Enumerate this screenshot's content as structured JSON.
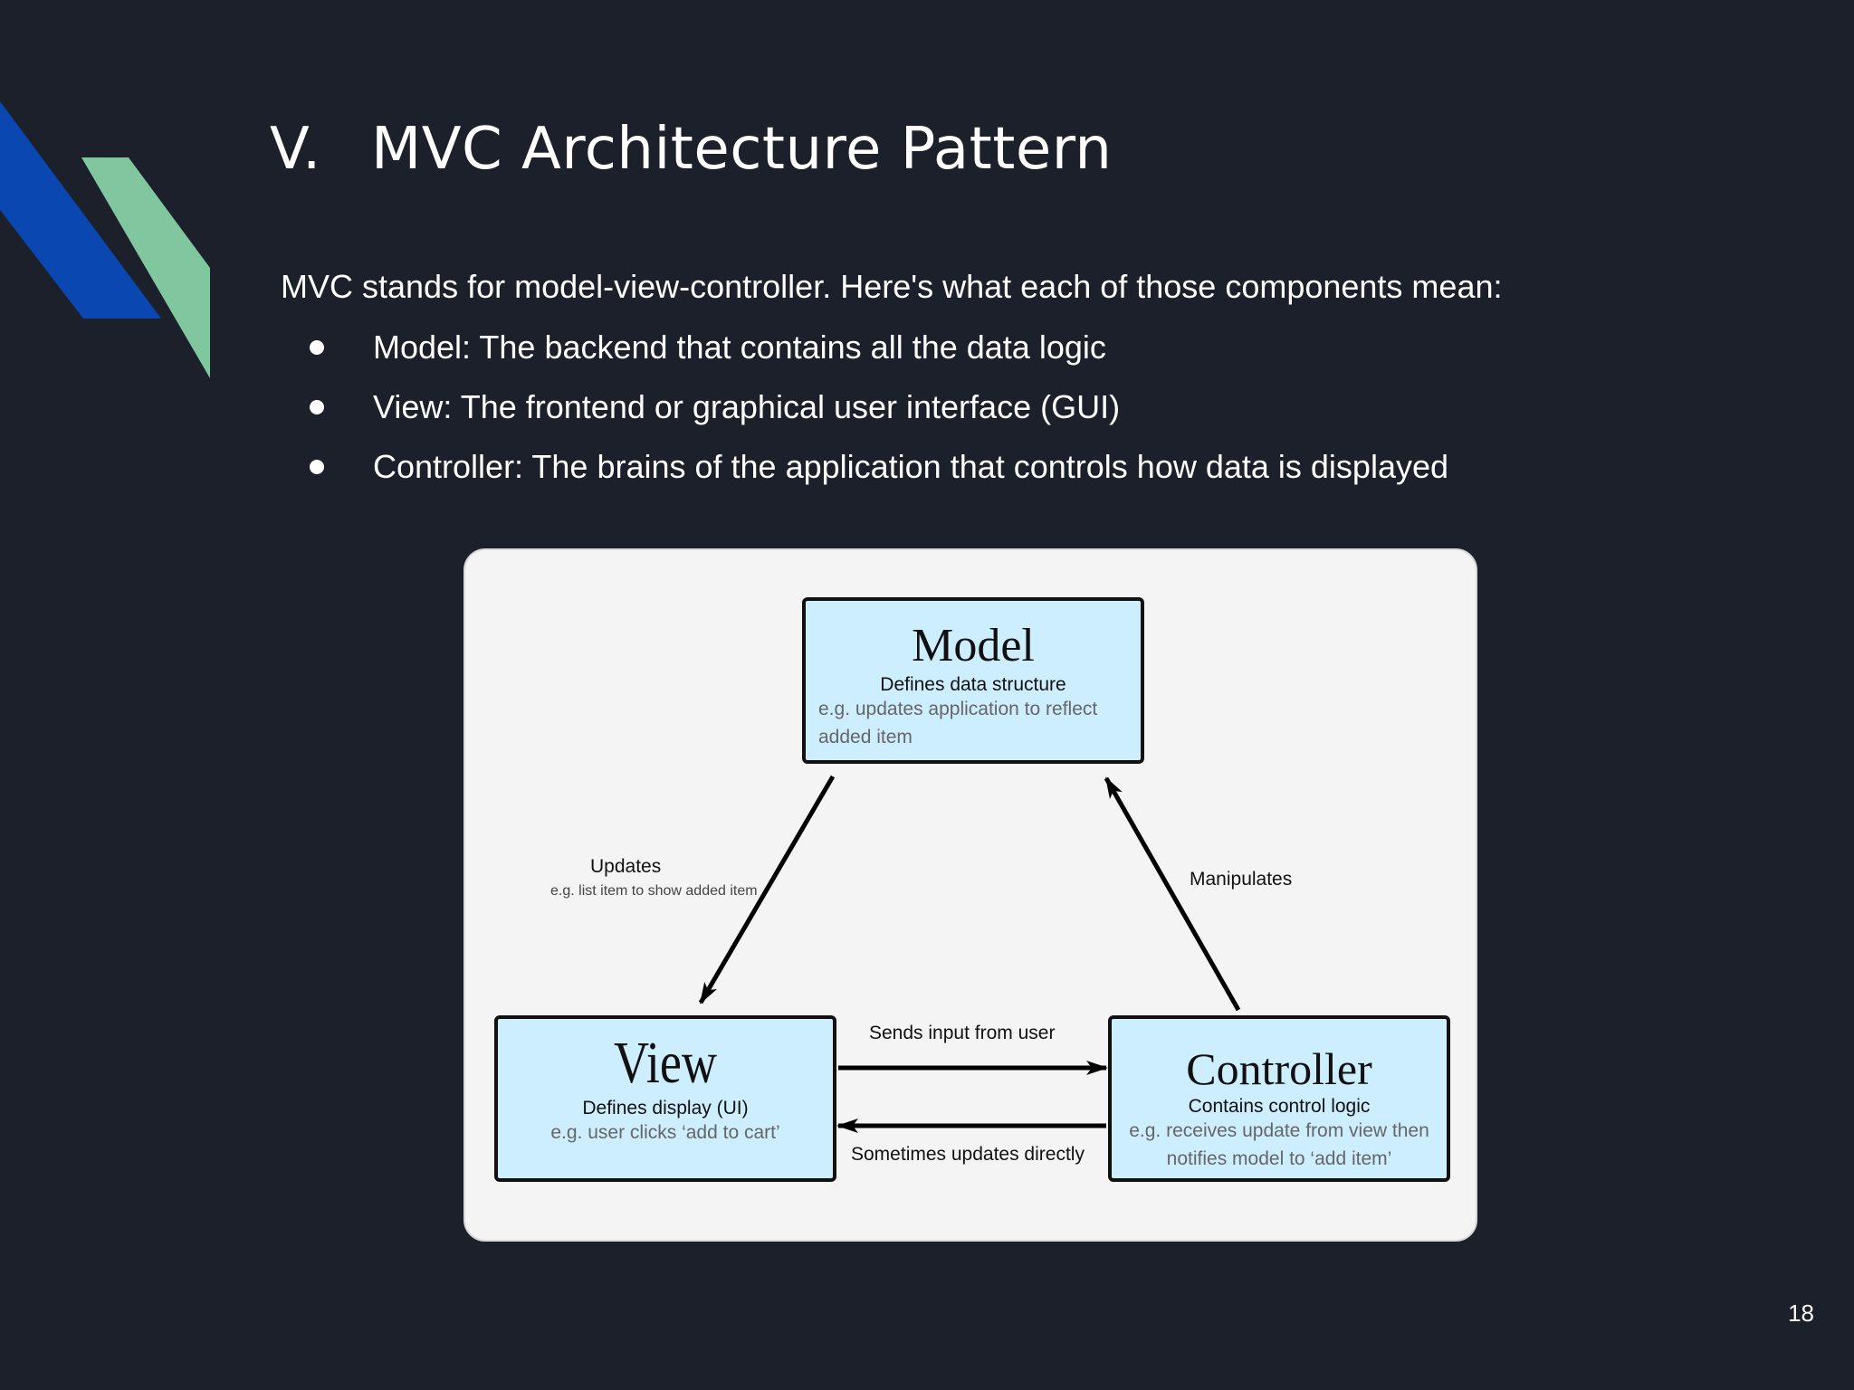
{
  "slide": {
    "title_number": "V.",
    "title_text": "MVC Architecture Pattern",
    "intro": "MVC stands for model-view-controller. Here's what each of those components mean:",
    "bullets": [
      "Model: The backend that contains all the data logic",
      "View: The frontend or graphical user interface (GUI)",
      "Controller: The brains of the application that controls how data is displayed"
    ],
    "page_number": "18"
  },
  "diagram": {
    "model": {
      "name": "Model",
      "description": "Defines data structure",
      "example": "e.g. updates application to reflect added item"
    },
    "view": {
      "name": "View",
      "description": "Defines display (UI)",
      "example": "e.g. user clicks ‘add to cart’"
    },
    "controller": {
      "name": "Controller",
      "description": "Contains control logic",
      "example": "e.g. receives update from view then notifies model to ‘add item’"
    },
    "edges": {
      "model_to_view": "Updates",
      "model_to_view_example": "e.g. list item to show added item",
      "controller_to_model": "Manipulates",
      "view_to_controller": "Sends input from user",
      "controller_to_view": "Sometimes updates directly"
    }
  },
  "colors": {
    "background": "#1c202b",
    "accent_blue": "#0a47b0",
    "accent_green": "#80c7a0",
    "box_fill": "#cdeefe"
  }
}
